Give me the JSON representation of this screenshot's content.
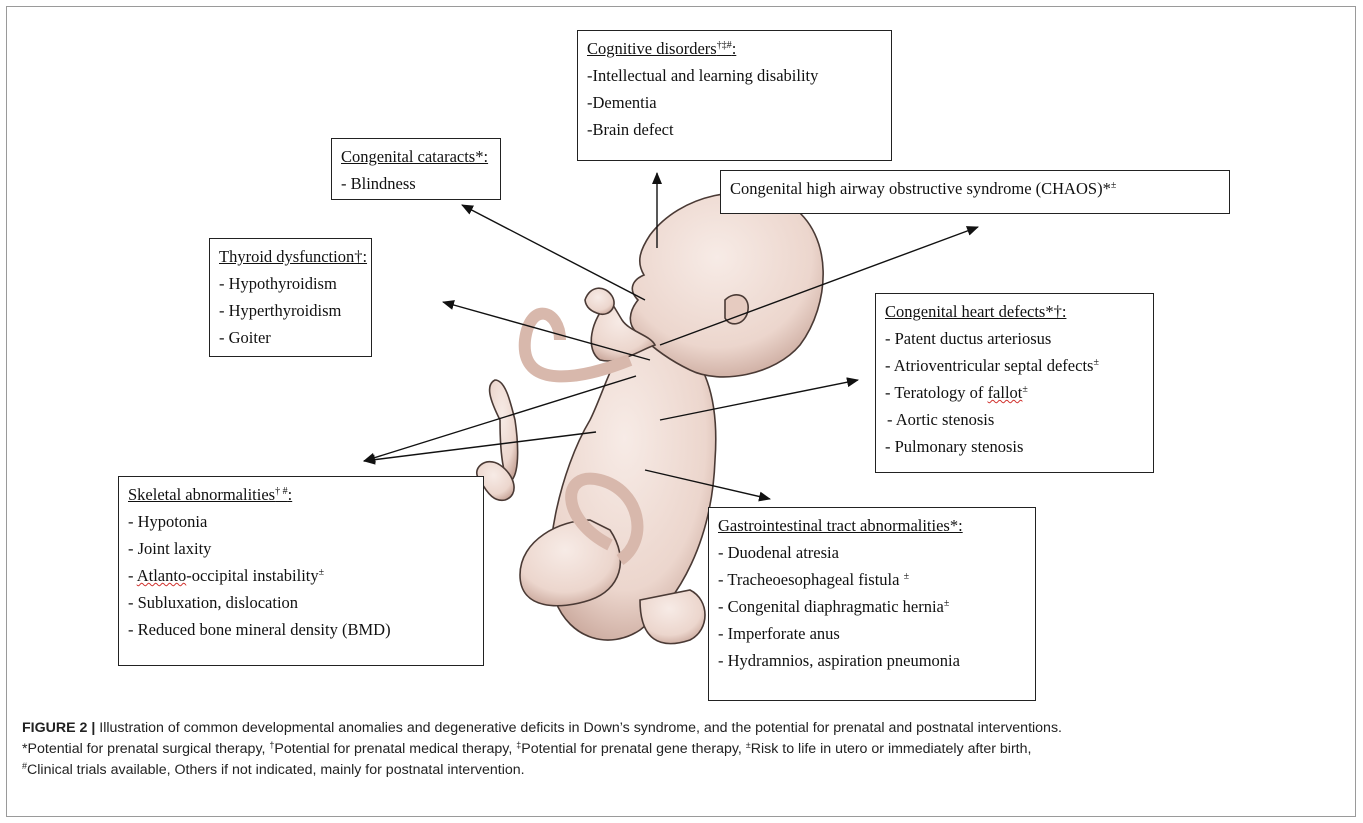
{
  "boxes": {
    "cognitive": {
      "heading": "Cognitive disorders",
      "heading_marks": "†‡#",
      "heading_suffix": ":",
      "items": [
        "-Intellectual and learning disability",
        "-Dementia",
        "-Brain defect"
      ]
    },
    "cataracts": {
      "heading": "Congenital cataracts*:",
      "items": [
        "- Blindness"
      ]
    },
    "chaos": {
      "text": "Congenital high airway obstructive syndrome (CHAOS)*",
      "mark": "±"
    },
    "thyroid": {
      "heading": "Thyroid dysfunction†:",
      "items": [
        "- Hypothyroidism",
        "- Hyperthyroidism",
        "- Goiter"
      ]
    },
    "heart": {
      "heading": "Congenital heart defects*†:",
      "items": [
        {
          "text": "- Patent ductus arteriosus",
          "mark": ""
        },
        {
          "text": "- Atrioventricular septal defects",
          "mark": "±"
        },
        {
          "text": "- Teratology of ",
          "text2": "fallot",
          "mark": "±"
        },
        {
          "text": "- Aortic stenosis",
          "mark": ""
        },
        {
          "text": "- Pulmonary stenosis",
          "mark": ""
        }
      ]
    },
    "skeletal": {
      "heading": "Skeletal abnormalities",
      "heading_marks": "† #",
      "heading_suffix": ":",
      "items": [
        {
          "text": "- ",
          "text2": "Atlanto",
          "text3": "-occipital instability",
          "mark": "±"
        }
      ],
      "plain_items": [
        "- Hypotonia",
        "- Joint laxity",
        "- Subluxation, dislocation",
        "- Reduced bone mineral density (BMD)"
      ]
    },
    "gi": {
      "heading": "Gastrointestinal tract abnormalities*:",
      "items": [
        {
          "text": "- Duodenal atresia",
          "mark": ""
        },
        {
          "text": "- Tracheoesophageal fistula ",
          "mark": "±"
        },
        {
          "text": "- Congenital diaphragmatic hernia",
          "mark": "±"
        },
        {
          "text": "- Imperforate anus",
          "mark": ""
        },
        {
          "text": "- Hydramnios, aspiration pneumonia",
          "mark": ""
        }
      ]
    }
  },
  "caption": {
    "label": "FIGURE 2 |",
    "text": " Illustration of common developmental anomalies and degenerative deficits in Down’s syndrome, and the potential for prenatal and postnatal interventions.",
    "line2_a": "*Potential for prenatal surgical therapy, ",
    "mark_b": "†",
    "line2_b": "Potential for prenatal medical therapy, ",
    "mark_c": "‡",
    "line2_c": "Potential for prenatal gene therapy, ",
    "mark_d": "±",
    "line2_d": "Risk to life in utero or immediately after birth,",
    "mark_e": "#",
    "line3": "Clinical trials available, Others if not indicated, mainly for postnatal intervention."
  },
  "colors": {
    "border": "#222222",
    "skin": "#f1dfd8",
    "skin_shadow": "#c9a79b",
    "outline": "#4a3a35"
  }
}
